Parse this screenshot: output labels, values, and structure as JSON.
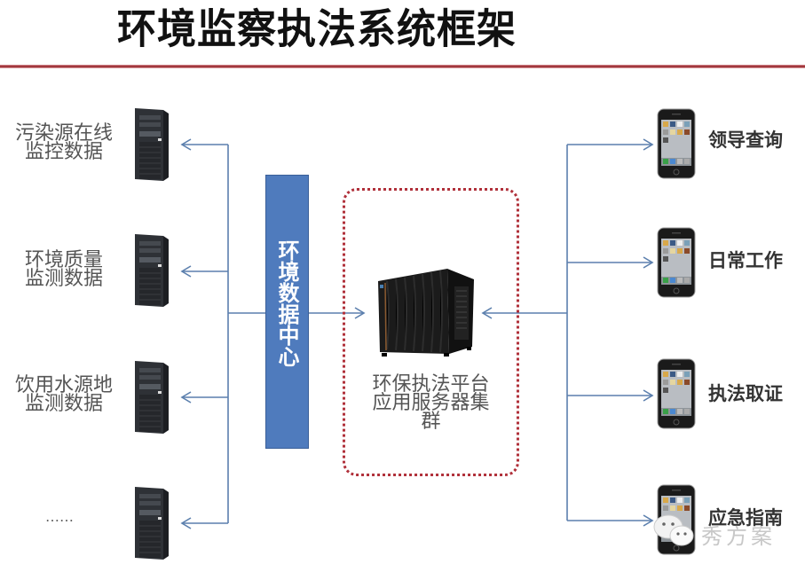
{
  "title": "环境监察执法系统框架",
  "sources": [
    {
      "label_line1": "污染源在线",
      "label_line2": "监控数据"
    },
    {
      "label_line1": "环境质量",
      "label_line2": "监测数据"
    },
    {
      "label_line1": "饮用水源地",
      "label_line2": "监测数据"
    },
    {
      "label_line1": "……",
      "label_line2": ""
    }
  ],
  "data_center": {
    "label": "环境数据中心",
    "color": "#4f7bbd"
  },
  "cluster": {
    "label_line1": "环保执法平台",
    "label_line2": "应用服务器集",
    "label_line3": "群",
    "border_color": "#b0303a"
  },
  "destinations": [
    {
      "label": "领导查询"
    },
    {
      "label": "日常工作"
    },
    {
      "label": "执法取证"
    },
    {
      "label": "应急指南"
    }
  ],
  "connector_color": "#5b7fad",
  "watermark": "秀方案"
}
